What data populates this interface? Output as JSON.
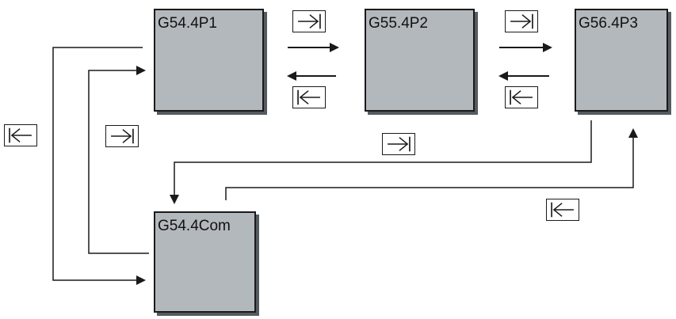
{
  "diagram": {
    "nodes": [
      {
        "id": "p1",
        "label": "G54.4P1"
      },
      {
        "id": "p2",
        "label": "G55.4P2"
      },
      {
        "id": "p3",
        "label": "G56.4P3"
      },
      {
        "id": "com",
        "label": "G54.4Com"
      }
    ],
    "keys": [
      {
        "id": "key-next-p1-p2",
        "icon": "tab-right-icon"
      },
      {
        "id": "key-prev-p2-p1",
        "icon": "tab-left-icon"
      },
      {
        "id": "key-next-p2-p3",
        "icon": "tab-right-icon"
      },
      {
        "id": "key-prev-p3-p2",
        "icon": "tab-left-icon"
      },
      {
        "id": "key-next-p3-com",
        "icon": "tab-right-icon"
      },
      {
        "id": "key-prev-com-p3",
        "icon": "tab-left-icon"
      },
      {
        "id": "key-next-com-p1",
        "icon": "tab-right-icon"
      },
      {
        "id": "key-prev-p1-com",
        "icon": "tab-left-icon"
      }
    ],
    "colors": {
      "box_fill": "#b3b8bd",
      "box_shadow": "#555b60",
      "line": "#1a1a1a"
    }
  }
}
